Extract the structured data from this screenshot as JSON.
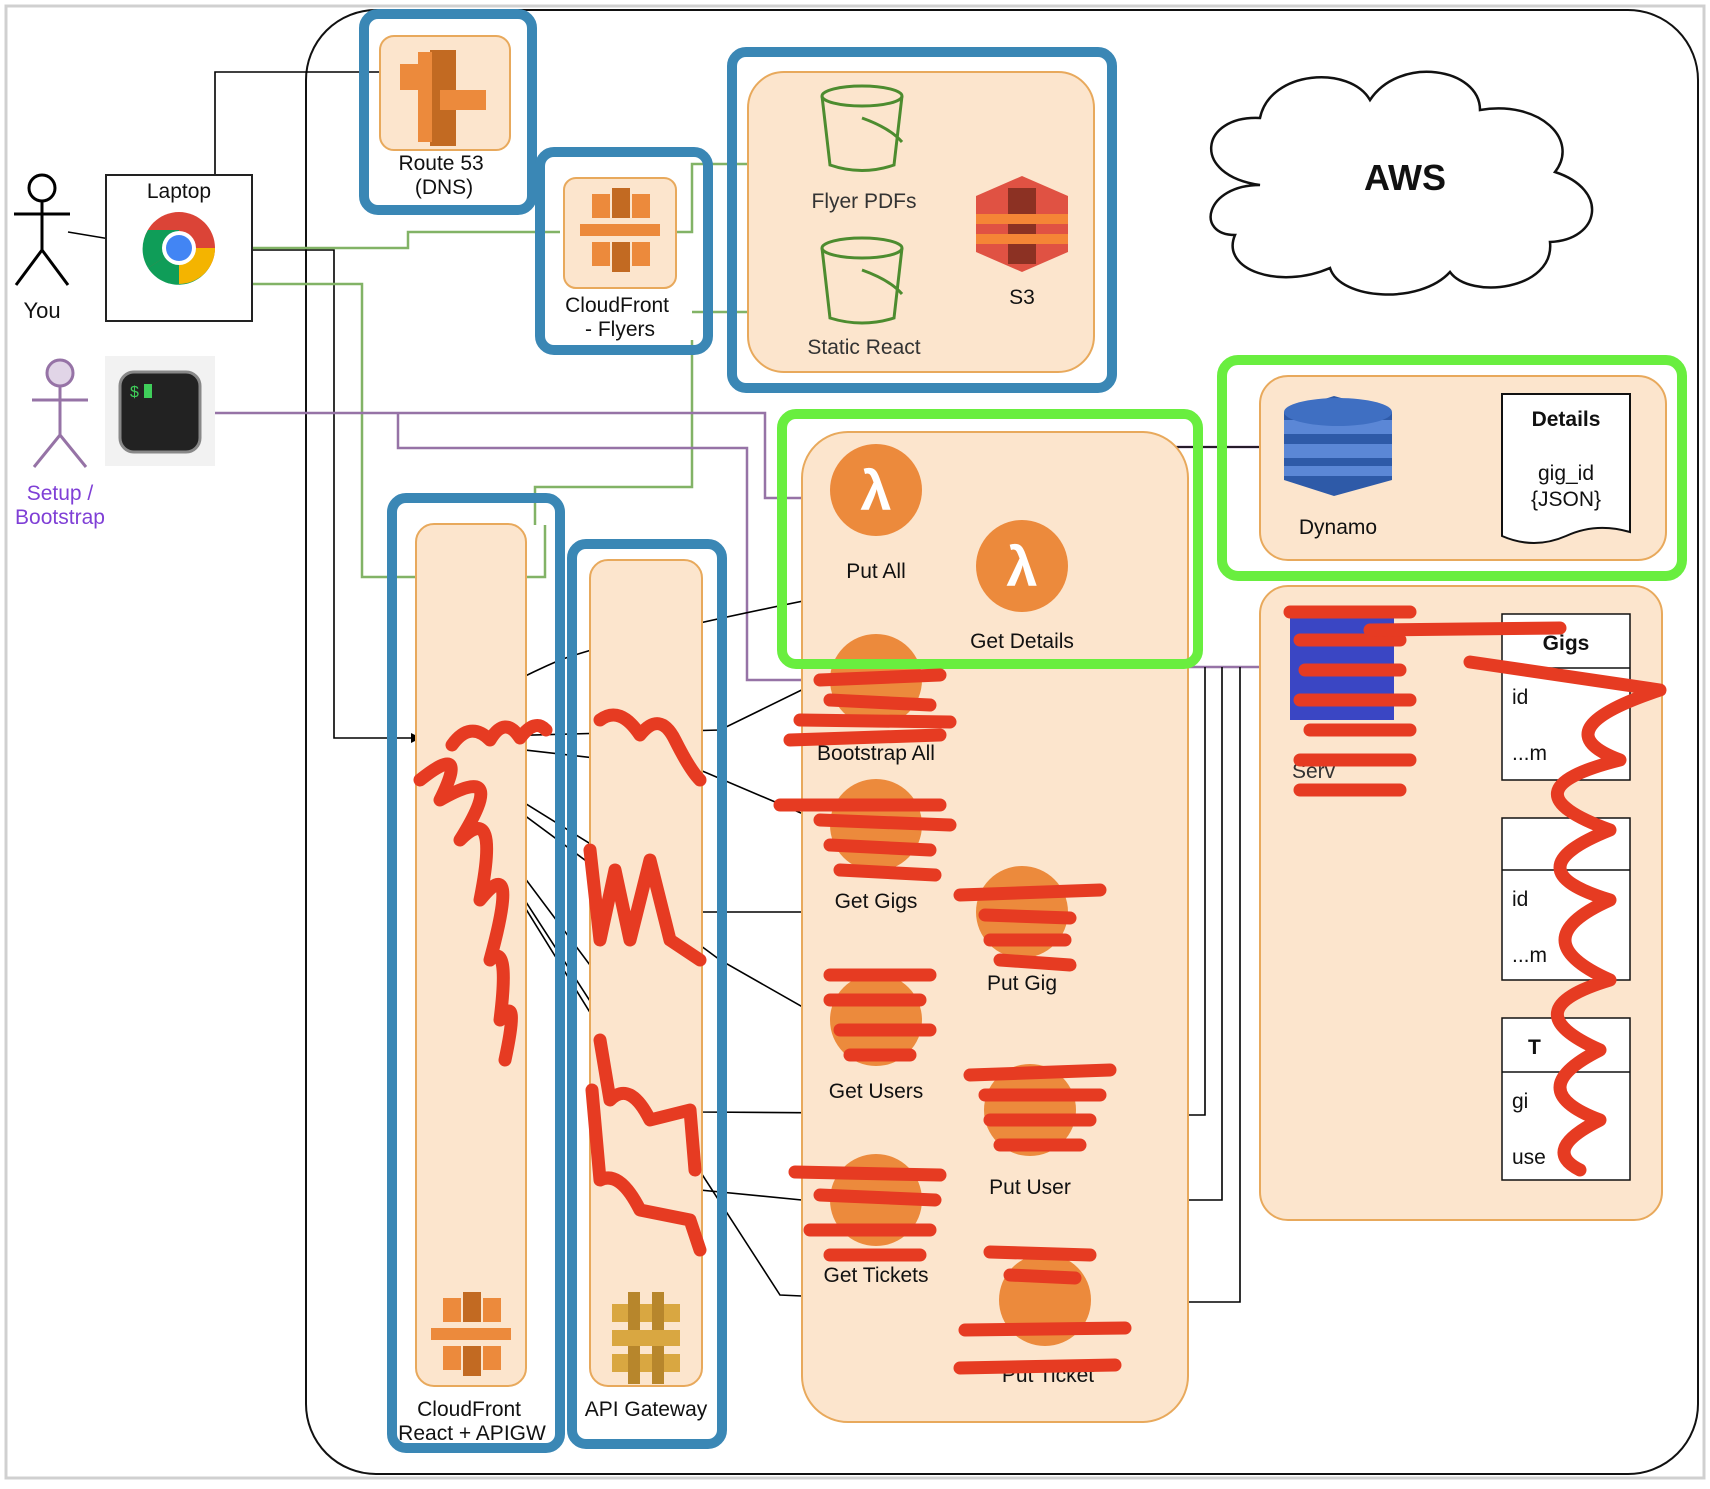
{
  "cloud": {
    "label": "AWS"
  },
  "actors": {
    "you": "You",
    "setup": "Setup /\nBootstrap",
    "laptop": "Laptop"
  },
  "services": {
    "route53": "Route 53\n(DNS)",
    "cloudfront_flyers": "CloudFront\n- Flyers",
    "cloudfront_react": "CloudFront\nReact + APIGW",
    "api_gateway": "API Gateway",
    "s3": "S3",
    "bucket_flyers": "Flyer PDFs",
    "bucket_react": "Static React",
    "dynamo": "Dynamo"
  },
  "lambdas": {
    "put_all": "Put All",
    "get_details": "Get Details",
    "bootstrap_all": "Bootstrap All",
    "get_gigs": "Get Gigs",
    "put_gig": "Put Gig",
    "get_users": "Get Users",
    "put_user": "Put User",
    "get_tickets": "Get Tickets",
    "put_ticket": "Put Ticket"
  },
  "details_doc": {
    "title": "Details",
    "line1": "gig_id",
    "line2": "{JSON}"
  },
  "tables": {
    "server_label": "Serv",
    "gigs": {
      "title": "Gigs",
      "row1": "id",
      "row2": "...m"
    },
    "users": {
      "title": "",
      "row1": "id",
      "row2": "...m"
    },
    "tickets": {
      "title": "T",
      "row1": "gi",
      "row2": "use"
    }
  },
  "colors": {
    "blue_highlight": "#3a87b5",
    "green_highlight": "#69ee3f",
    "group_fill": "#fce5cd",
    "group_border": "#e8a95c",
    "lambda_orange": "#ec8a3c",
    "redact_red": "#e63b22",
    "green_line": "#82b366",
    "purple_line": "#9673a6"
  }
}
